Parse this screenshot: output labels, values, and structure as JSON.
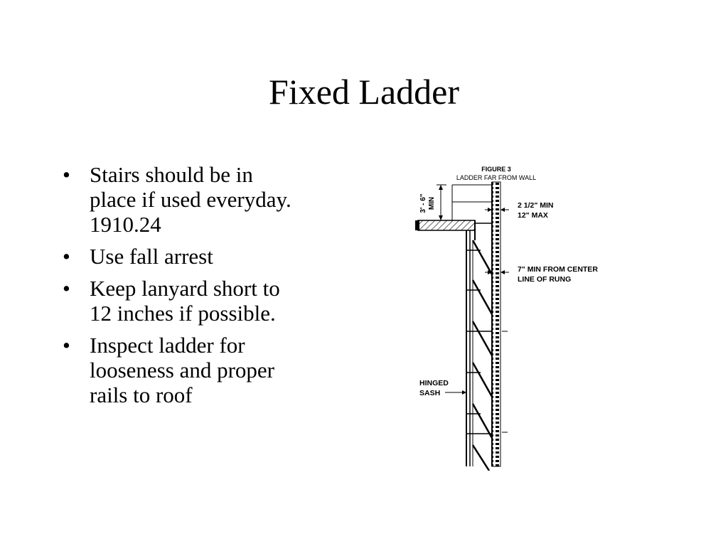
{
  "slide": {
    "title": "Fixed Ladder",
    "bullets": [
      {
        "lines": [
          "Stairs should be in",
          "place if used everyday.",
          "1910.24"
        ]
      },
      {
        "lines": [
          "Use fall arrest"
        ]
      },
      {
        "lines": [
          "Keep lanyard short to",
          "12 inches if possible."
        ]
      },
      {
        "lines": [
          "Inspect ladder for",
          "looseness and proper",
          "rails to roof"
        ]
      }
    ]
  },
  "figure": {
    "caption_line1": "FIGURE 3",
    "caption_line2": "LADDER FAR FROM WALL",
    "height_dim_line1": "3' - 6\"",
    "height_dim_line2": "MIN",
    "gap_line1": "2 1/2\" MIN",
    "gap_line2": "12\" MAX",
    "rung_line1": "7\" MIN FROM CENTER",
    "rung_line2": "LINE OF RUNG",
    "sash_line1": "HINGED",
    "sash_line2": "SASH"
  }
}
